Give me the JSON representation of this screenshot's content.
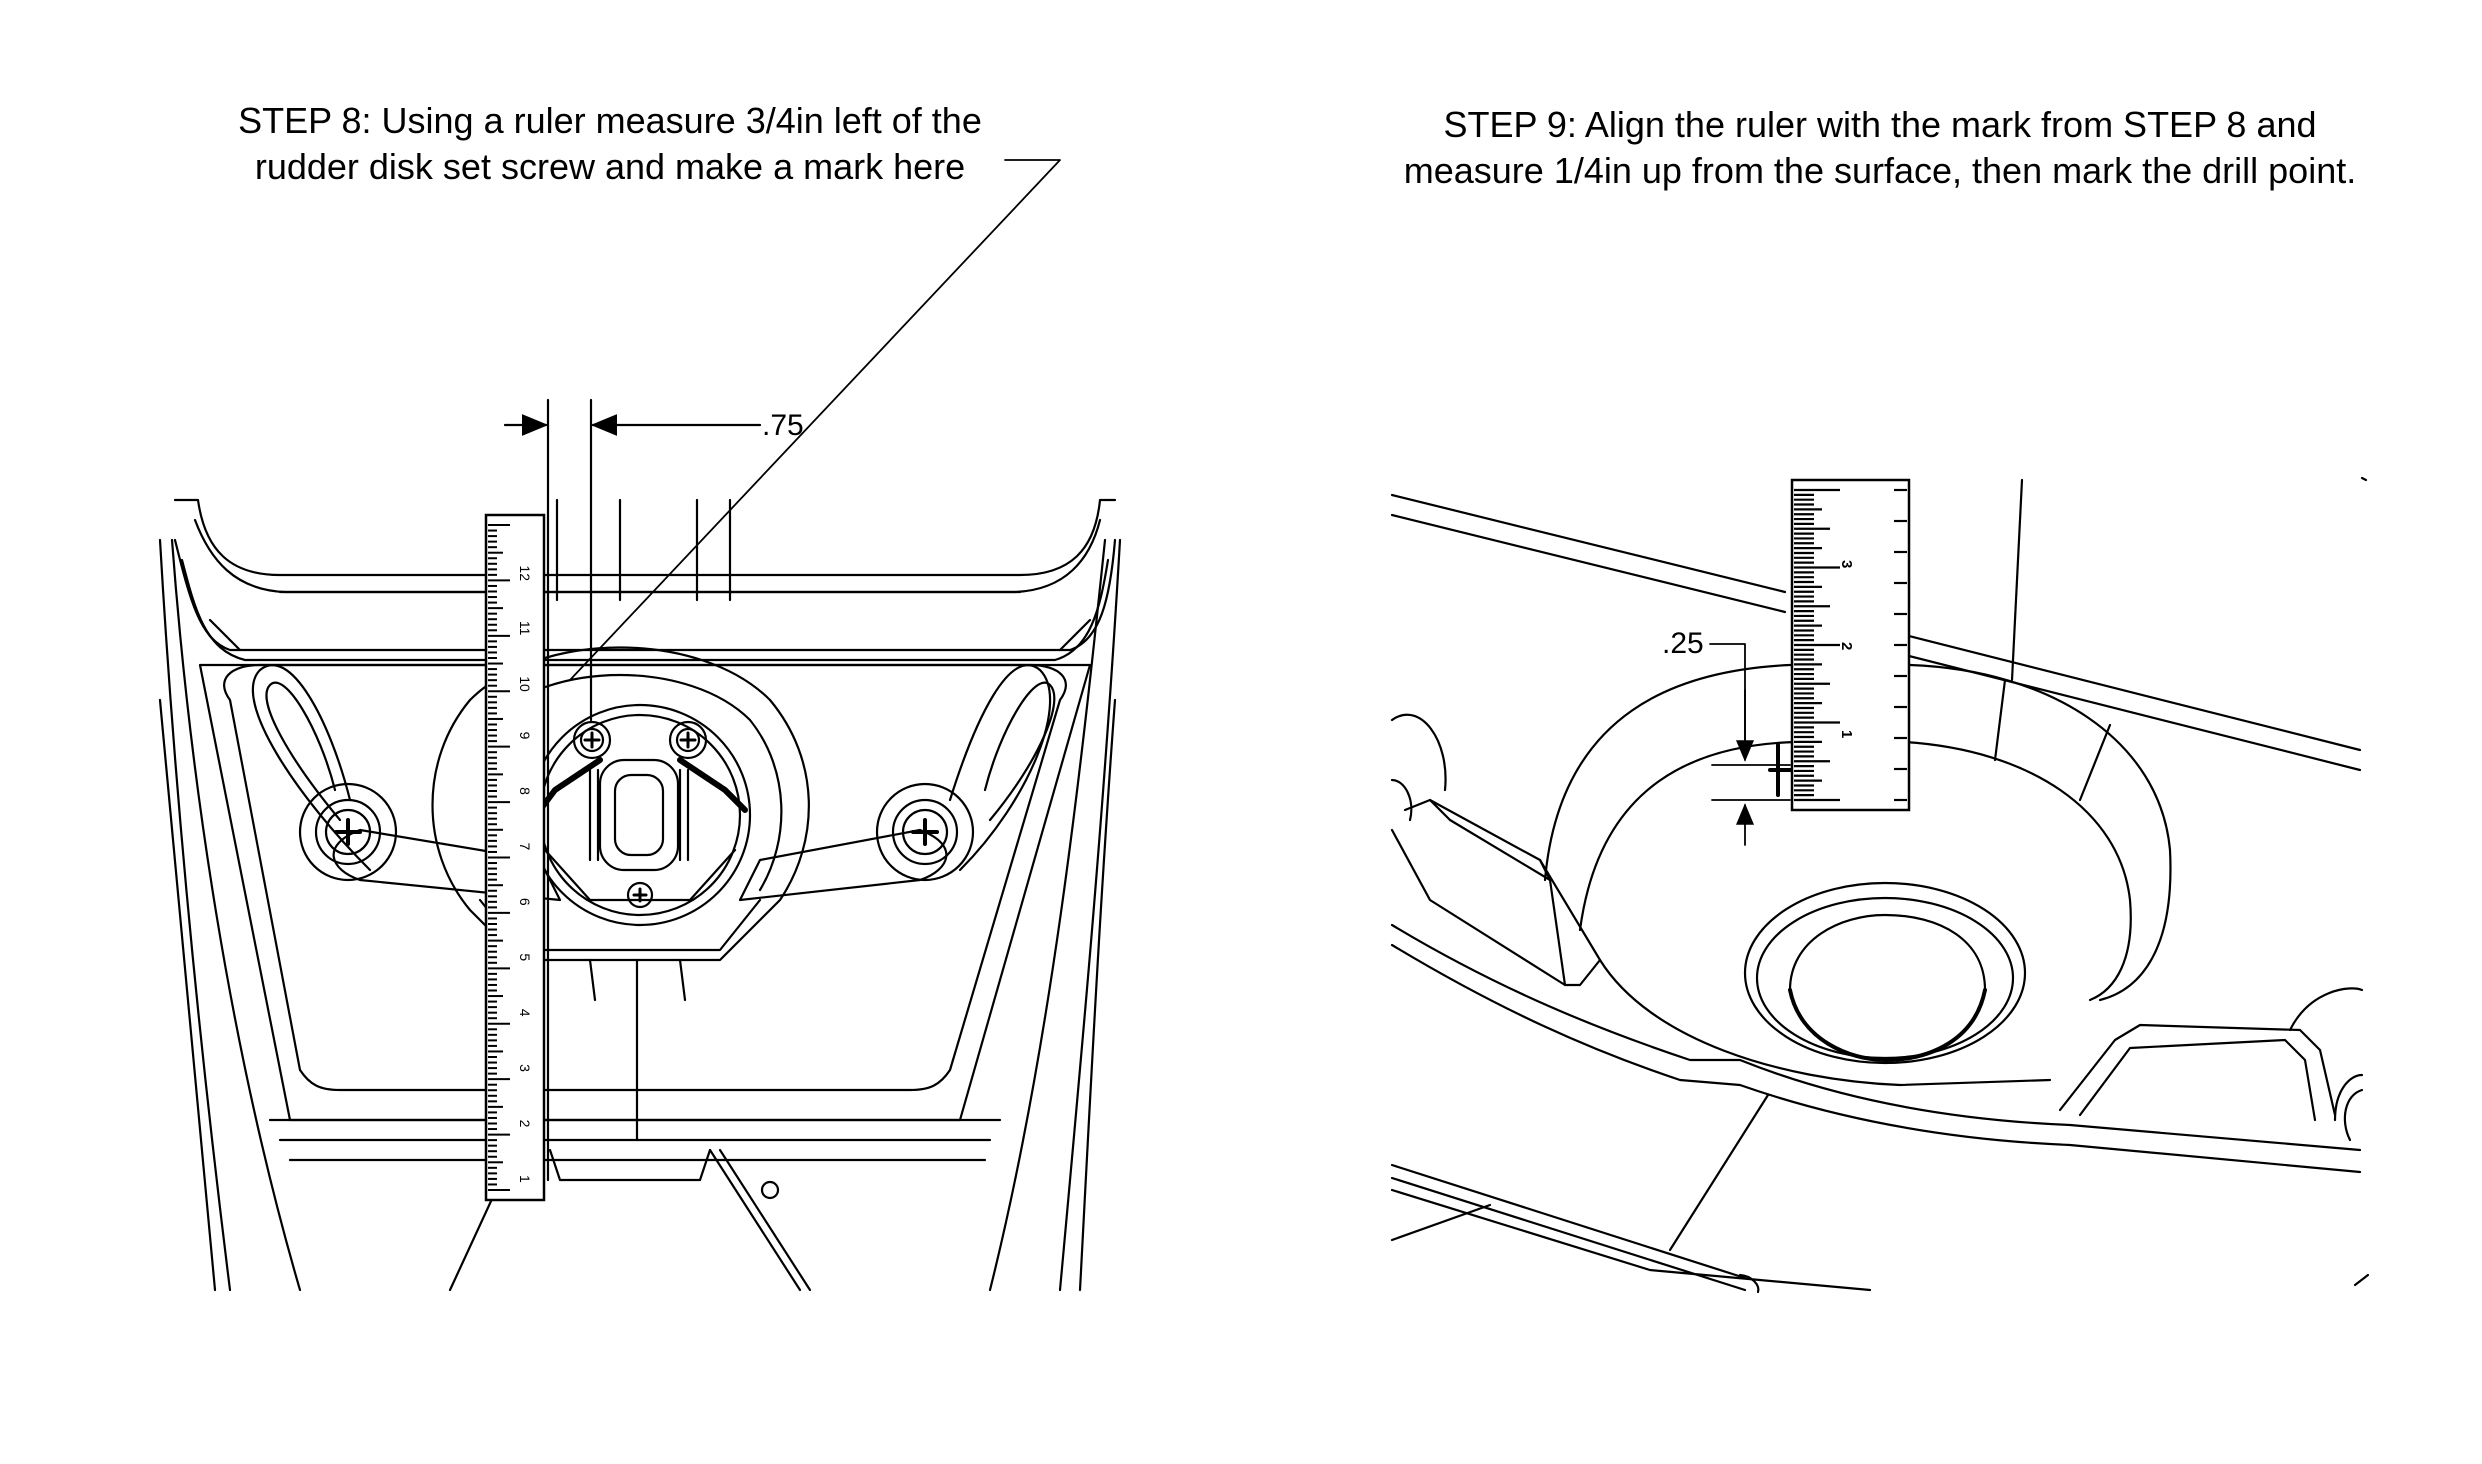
{
  "steps": [
    {
      "lines": [
        "STEP 8: Using a ruler measure 3/4in left of the",
        "rudder disk set screw and make a mark here"
      ]
    },
    {
      "lines": [
        "STEP 9: Align the ruler with the mark from STEP 8 and",
        "measure 1/4in up from the surface, then mark the drill point."
      ]
    }
  ],
  "dimensions": {
    "left": ".75",
    "right": ".25"
  },
  "ruler_left_numbers": [
    "12",
    "11",
    "10",
    "9",
    "8",
    "7",
    "6",
    "5",
    "4",
    "3",
    "2",
    "1"
  ],
  "ruler_right_numbers": [
    "3",
    "2",
    "1"
  ]
}
